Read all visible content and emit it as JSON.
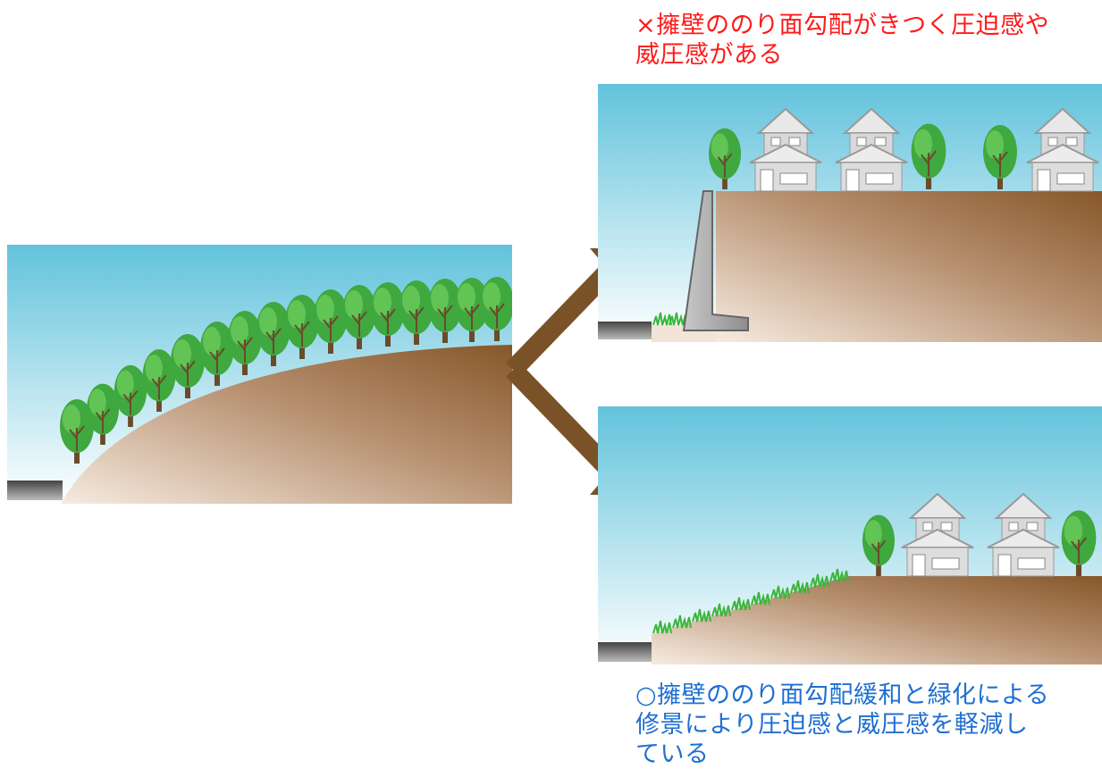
{
  "captions": {
    "bad": {
      "text": "×擁壁ののり面勾配がきつく圧迫感や\n威圧感がある",
      "color": "#ff1a1a"
    },
    "good": {
      "text": "○擁壁ののり面勾配緩和と緑化による\n修景により圧迫感と威圧感を軽減し\nている",
      "color": "#1f6fd1"
    }
  },
  "colors": {
    "sky_top": "#62c3dc",
    "sky_bottom": "#ffffff",
    "soil_light": "#f3e6d9",
    "soil_dark": "#8a5a2b",
    "arrow": "#7a5228",
    "tree": "#3fa83f",
    "road": "#555555"
  },
  "scenes": [
    {
      "id": "original",
      "items": [
        "road",
        "natural-slope",
        "tree-row"
      ]
    },
    {
      "id": "retaining-wall",
      "items": [
        "road",
        "grass",
        "retaining-wall",
        "trees",
        "houses"
      ]
    },
    {
      "id": "gentle-green-slope",
      "items": [
        "road",
        "grassy-slope",
        "trees",
        "houses"
      ]
    }
  ]
}
